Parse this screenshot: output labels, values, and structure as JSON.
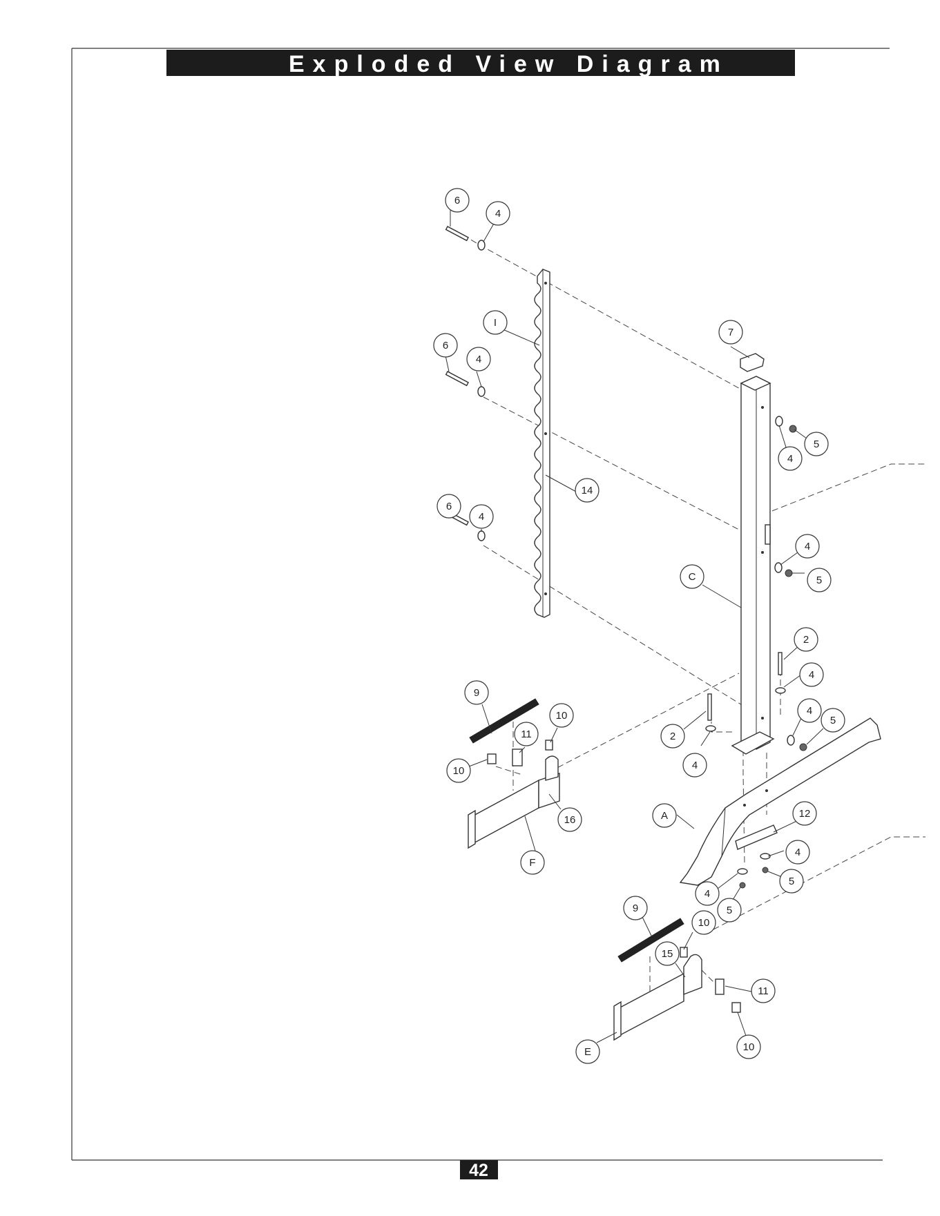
{
  "header": {
    "title": "Exploded View Diagram"
  },
  "footer": {
    "page_number": "42"
  },
  "callouts": {
    "c6a": "6",
    "c4a": "4",
    "cI": "I",
    "c6b": "6",
    "c4b": "4",
    "c14": "14",
    "c6c": "6",
    "c4c": "4",
    "c7": "7",
    "c4d": "4",
    "c5a": "5",
    "c4e": "4",
    "c5b": "5",
    "cC": "C",
    "c2a": "2",
    "c4f": "4",
    "c4g": "4",
    "c5c": "5",
    "c2b": "2",
    "c4h": "4",
    "c9a": "9",
    "c10a": "10",
    "c11a": "11",
    "c10b": "10",
    "c16": "16",
    "cF": "F",
    "cA": "A",
    "c12": "12",
    "c4i": "4",
    "c5d": "5",
    "c4j": "4",
    "c5e": "5",
    "c9b": "9",
    "c10c": "10",
    "c15": "15",
    "c11b": "11",
    "c10d": "10",
    "cE": "E"
  },
  "colors": {
    "title_bar": "#1c1c1c",
    "line": "#333333"
  }
}
